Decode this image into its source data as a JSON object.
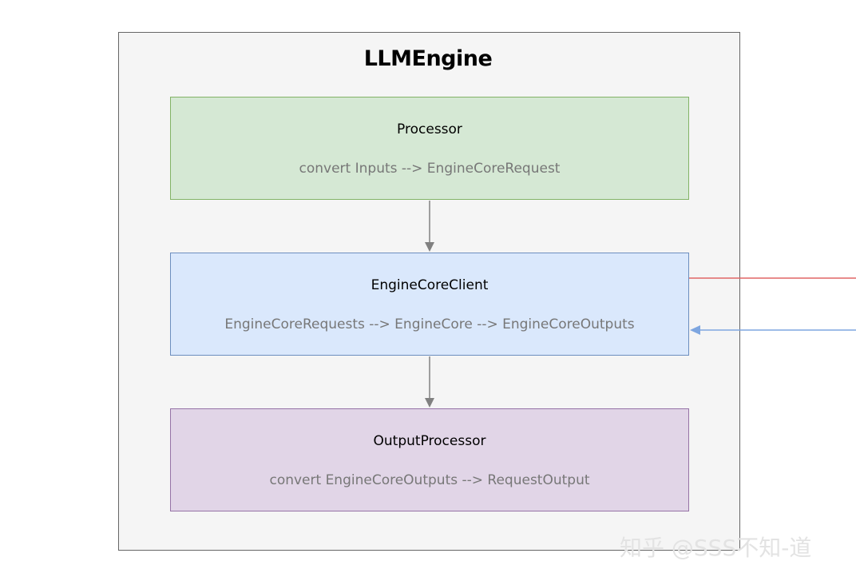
{
  "diagram": {
    "container_title": "LLMEngine",
    "boxes": [
      {
        "id": "processor",
        "title": "Processor",
        "description": "convert Inputs --> EngineCoreRequest",
        "fill": "#d5e8d4",
        "stroke": "#82b366"
      },
      {
        "id": "engine-core-client",
        "title": "EngineCoreClient",
        "description": "EngineCoreRequests --> EngineCore --> EngineCoreOutputs",
        "fill": "#dae8fc",
        "stroke": "#6c8ebf"
      },
      {
        "id": "output-processor",
        "title": "OutputProcessor",
        "description": "convert EngineCoreOutputs --> RequestOutput",
        "fill": "#e1d5e7",
        "stroke": "#9673a6"
      }
    ],
    "edges": [
      {
        "from": "processor",
        "to": "engine-core-client",
        "color": "#808080"
      },
      {
        "from": "engine-core-client",
        "to": "output-processor",
        "color": "#808080"
      },
      {
        "from": "engine-core-client",
        "to": "offscreen-right",
        "color": "#e06666"
      },
      {
        "from": "offscreen-right",
        "to": "engine-core-client",
        "color": "#7ea6e0"
      }
    ]
  },
  "watermark": "知乎 @SSS不知-道"
}
